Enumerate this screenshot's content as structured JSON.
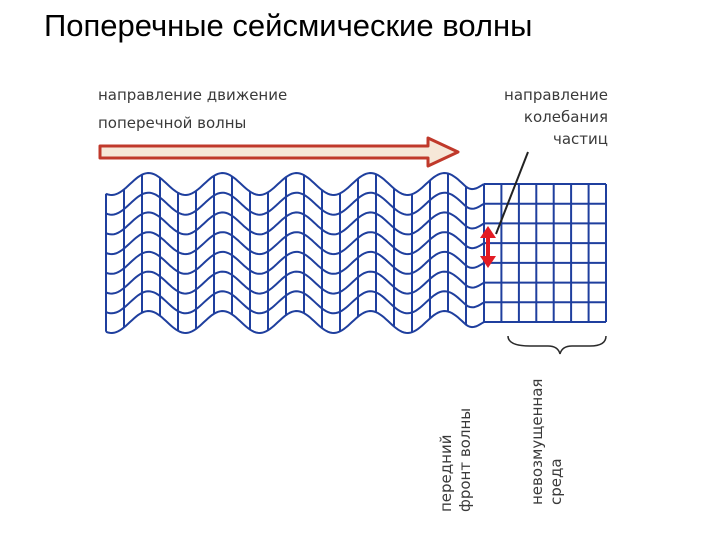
{
  "slide": {
    "title": "Поперечные сейсмические волны"
  },
  "labels": {
    "propagation_line1": "направление движение",
    "propagation_line2": "поперечной волны",
    "oscillation_line1": "направление",
    "oscillation_line2": "колебания",
    "oscillation_line3": "частиц",
    "front_line1": "передний",
    "front_line2": "фронт волны",
    "medium_line1": "невозмущенная",
    "medium_line2": "среда"
  },
  "colors": {
    "grid": "#1f3f9e",
    "arrow_outline": "#c0392b",
    "arrow_fill": "#f6e7d8",
    "oscillation_arrow": "#e31b23",
    "brace": "#2a2a2a",
    "pointer": "#222222",
    "text": "#3a3a3a"
  }
}
